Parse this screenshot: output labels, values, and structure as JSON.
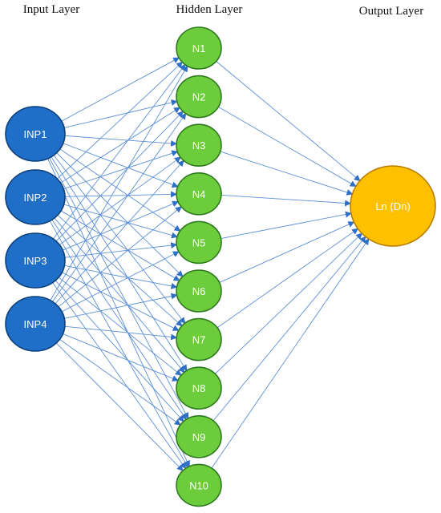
{
  "layers": {
    "input_title": "Input Layer",
    "hidden_title": "Hidden Layer",
    "output_title": "Output Layer"
  },
  "input_nodes": [
    "INP1",
    "INP2",
    "INP3",
    "INP4"
  ],
  "hidden_nodes": [
    "N1",
    "N2",
    "N3",
    "N4",
    "N5",
    "N6",
    "N7",
    "N8",
    "N9",
    "N10"
  ],
  "output_nodes": [
    "Ln (Dn)"
  ],
  "colors": {
    "input_fill": "#1f6fc8",
    "input_stroke": "#0d3f7a",
    "hidden_fill": "#6dcc3c",
    "hidden_stroke": "#2e7a1e",
    "output_fill": "#ffc000",
    "output_stroke": "#b77f00",
    "edge": "#5b8fd6"
  }
}
